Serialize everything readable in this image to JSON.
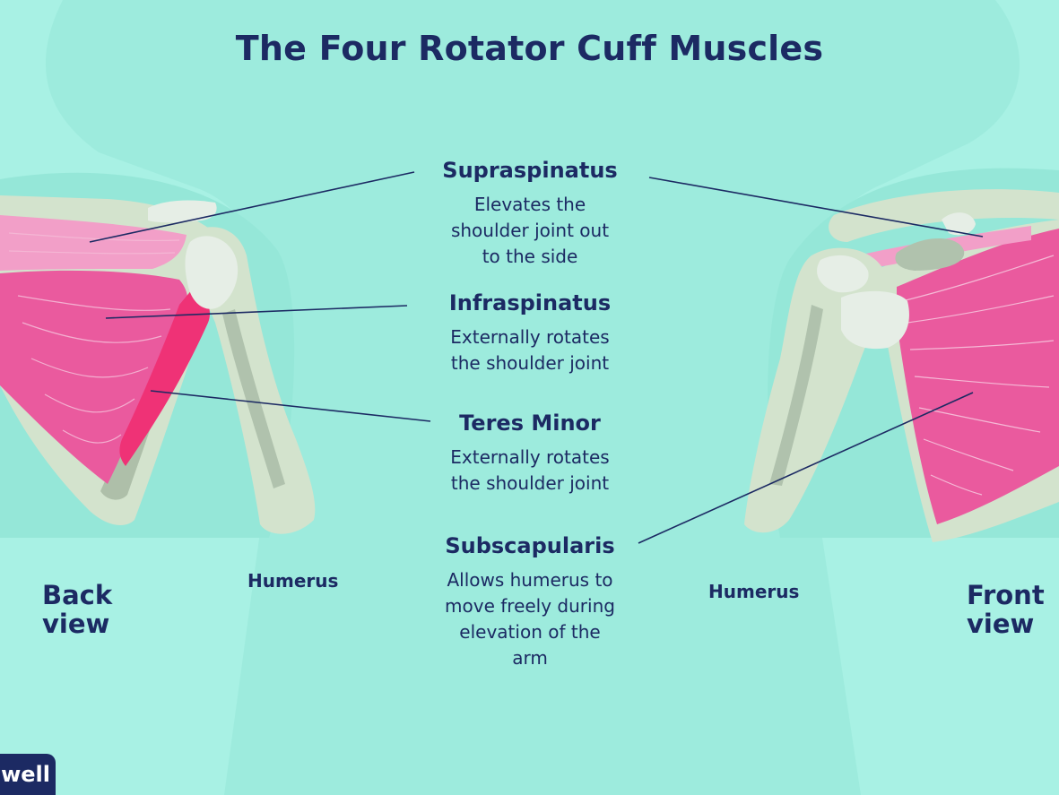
{
  "title": "The Four Rotator Cuff Muscles",
  "muscles": [
    {
      "name": "Supraspinatus",
      "description": "Elevates the shoulder joint out to the side"
    },
    {
      "name": "Infraspinatus",
      "description": "Externally rotates the shoulder joint"
    },
    {
      "name": "Teres Minor",
      "description": "Externally rotates the shoulder joint"
    },
    {
      "name": "Subscapularis",
      "description": "Allows humerus to move freely during elevation of the arm"
    }
  ],
  "views": {
    "back": "Back\nview",
    "front": "Front\nview"
  },
  "bone_label": "Humerus",
  "logo": "well",
  "colors": {
    "background": "#a8f1e4",
    "text": "#1c2a63",
    "muscle_pink": "#ea5a9e",
    "teres_red": "#ef3276",
    "bone": "#d2e3cd",
    "cartilage": "#e6eee6"
  }
}
